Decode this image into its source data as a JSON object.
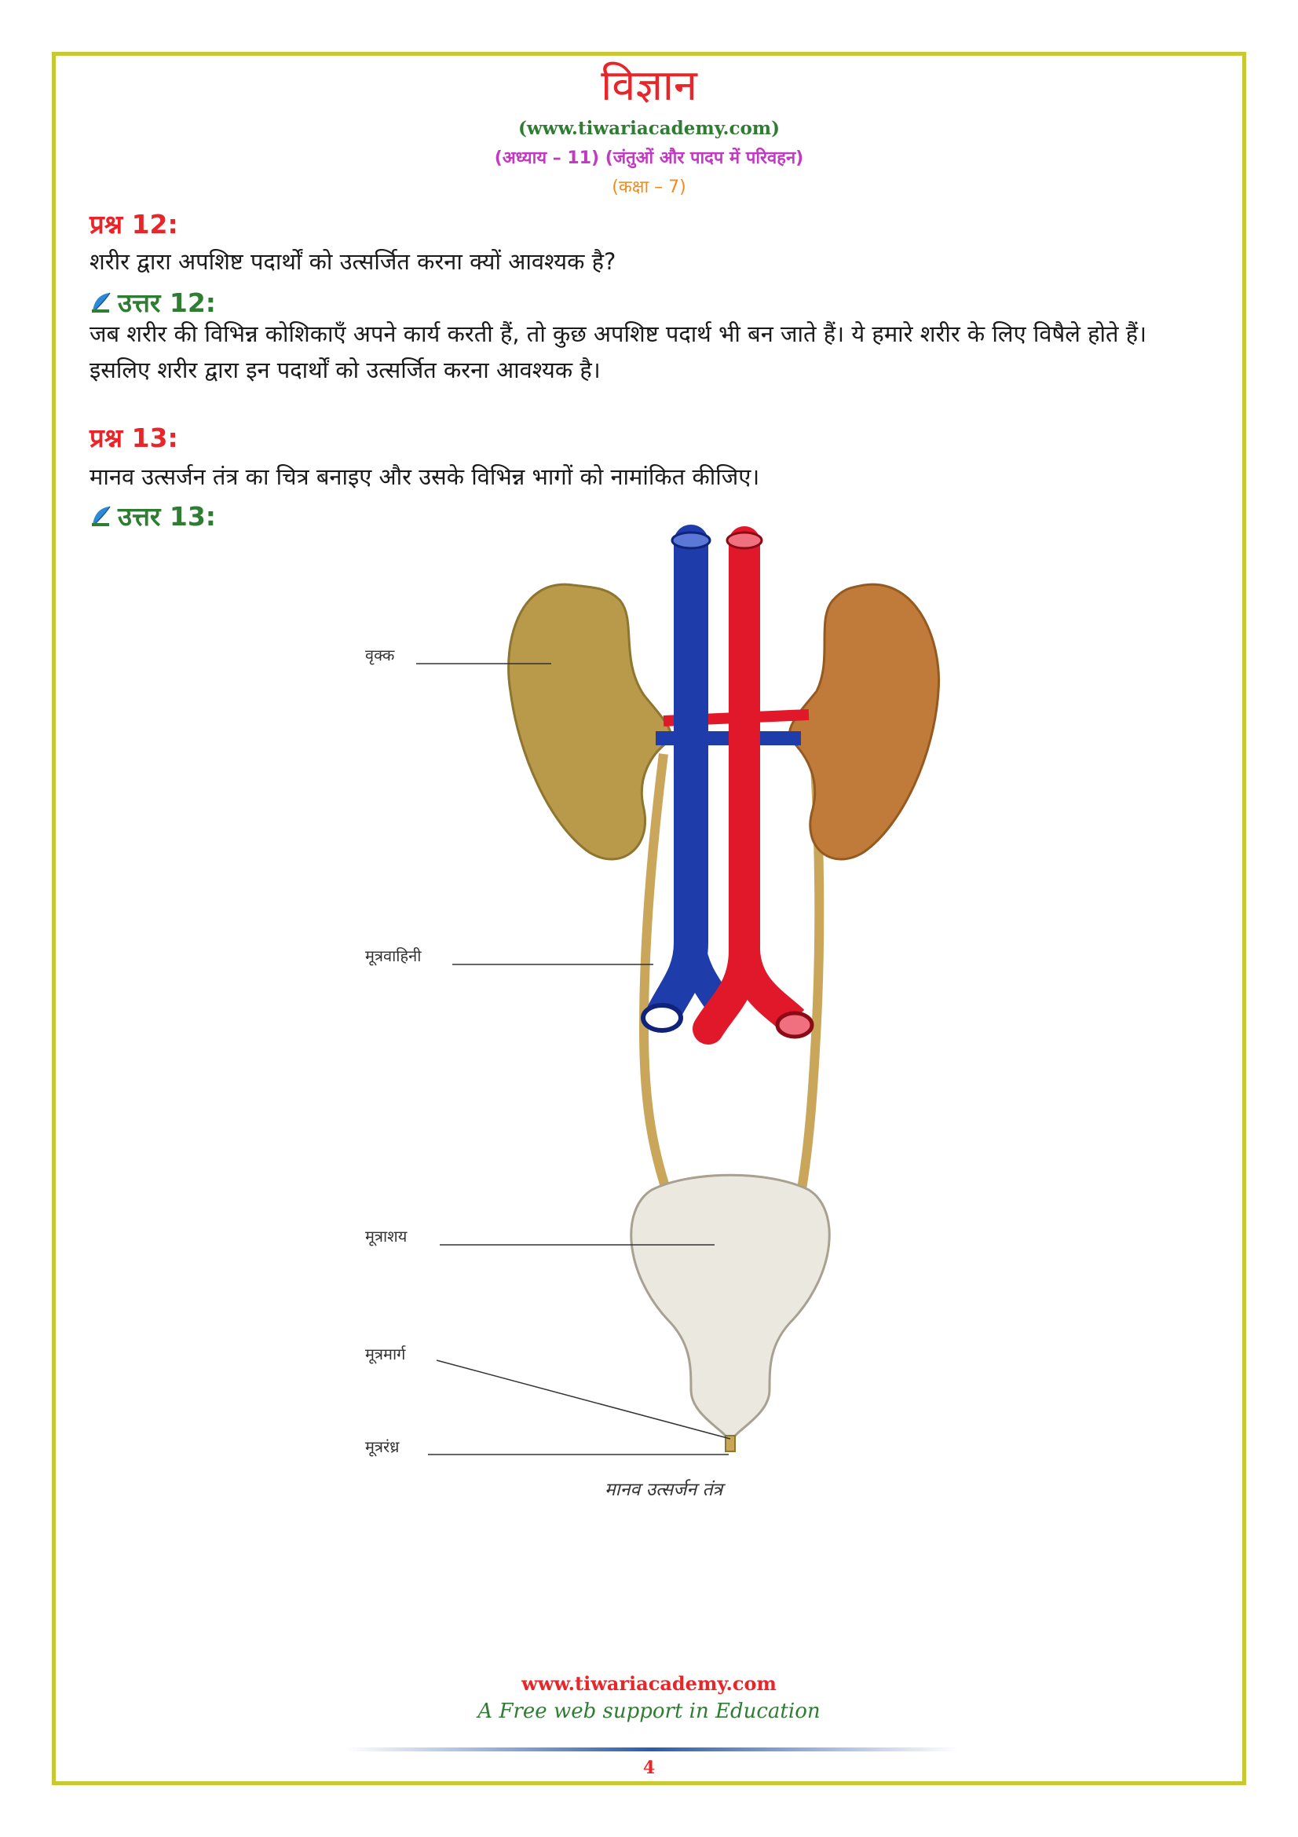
{
  "header": {
    "title": "विज्ञान",
    "site": "(www.tiwariacademy.com)",
    "chapter": "(अध्याय – 11) (जंतुओं और पादप में परिवहन)",
    "class": "(कक्षा – 7)"
  },
  "q12": {
    "heading": "प्रश्न 12:",
    "question": "शरीर द्वारा अपशिष्ट पदार्थों को उत्सर्जित करना क्यों आवश्यक है?",
    "answer_heading": "उत्तर 12:",
    "answer": "जब शरीर की विभिन्न कोशिकाएँ अपने कार्य करती हैं, तो कुछ अपशिष्ट पदार्थ भी बन जाते हैं। ये हमारे शरीर के लिए विषैले होते हैं। इसलिए शरीर द्वारा इन पदार्थों को उत्सर्जित करना आवश्यक है।"
  },
  "q13": {
    "heading": "प्रश्न 13:",
    "question": "मानव उत्सर्जन तंत्र का चित्र बनाइए और उसके विभिन्न भागों को नामांकित कीजिए।",
    "answer_heading": "उत्तर 13:"
  },
  "diagram": {
    "labels": {
      "kidney": "वृक्क",
      "ureter": "मूत्रवाहिनी",
      "bladder": "मूत्राशय",
      "urethra": "मूत्रमार्ग",
      "opening": "मूत्ररंध्र"
    },
    "caption": "मानव उत्सर्जन तंत्र",
    "colors": {
      "kidney_left": "#b89a4a",
      "kidney_right": "#c07a3a",
      "vein": "#1e3caa",
      "artery": "#e0182a",
      "ureter": "#c9a65a",
      "bladder": "#ebe8e0"
    }
  },
  "footer": {
    "site": "www.tiwariacademy.com",
    "tagline": "A Free web support in Education",
    "page": "4"
  }
}
